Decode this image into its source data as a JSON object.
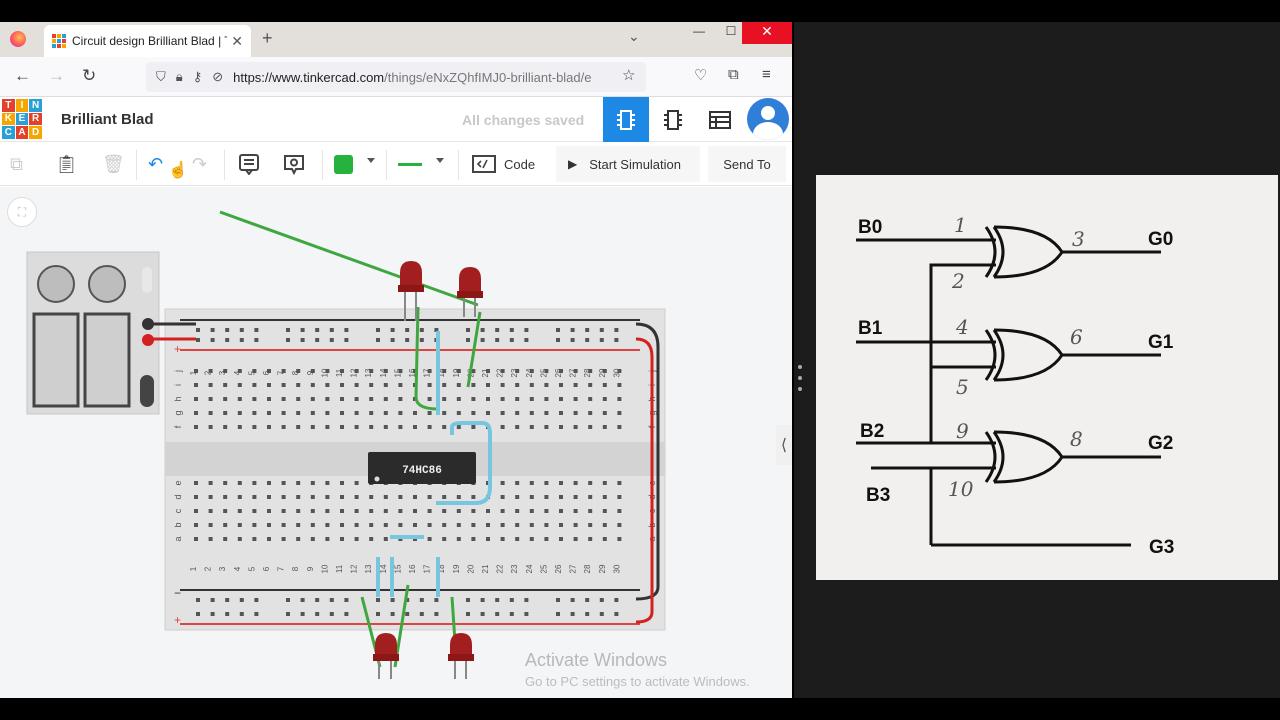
{
  "browser": {
    "tab_title": "Circuit design Brilliant Blad | Tinkercad",
    "url_main": "https://www.tinkercad.com",
    "url_rest": "/things/eNxZQhfIMJ0-brilliant-blad/e",
    "tab_close": "✕",
    "new_tab": "+",
    "window_controls": [
      "—",
      "☐",
      "✕"
    ]
  },
  "header": {
    "logo_letters": [
      "T",
      "I",
      "N",
      "K",
      "E",
      "R",
      "C",
      "A",
      "D"
    ],
    "logo_colors": [
      "#e2412b",
      "#f7a600",
      "#2aa0d8",
      "#f7a600",
      "#2aa0d8",
      "#e2412b",
      "#2aa0d8",
      "#e2412b",
      "#f7a600"
    ],
    "project_name": "Brilliant Blad",
    "save_status": "All changes saved"
  },
  "toolbar": {
    "code_label": "Code",
    "simulation_label": "Start Simulation",
    "send_label": "Send To",
    "wire_color": "#27b13d"
  },
  "breadboard": {
    "chip_label": "74HC86",
    "column_numbers": [
      "1",
      "2",
      "3",
      "4",
      "5",
      "6",
      "7",
      "8",
      "9",
      "10",
      "11",
      "12",
      "13",
      "14",
      "15",
      "16",
      "17",
      "18",
      "19",
      "20",
      "21",
      "22",
      "23",
      "24",
      "25",
      "26",
      "27",
      "28",
      "29",
      "30"
    ],
    "row_letters_top": [
      "j",
      "i",
      "h",
      "g",
      "f"
    ],
    "row_letters_bottom": [
      "e",
      "d",
      "c",
      "b",
      "a"
    ],
    "rail_plus": "+",
    "rail_minus": "−"
  },
  "watermark": {
    "title": "Activate Windows",
    "subtitle": "Go to PC settings to activate Windows."
  },
  "schematic": {
    "inputs": [
      "B0",
      "B1",
      "B2",
      "B3"
    ],
    "outputs": [
      "G0",
      "G1",
      "G2",
      "G3"
    ],
    "pins": [
      "1",
      "2",
      "3",
      "4",
      "5",
      "6",
      "9",
      "10",
      "8"
    ]
  }
}
